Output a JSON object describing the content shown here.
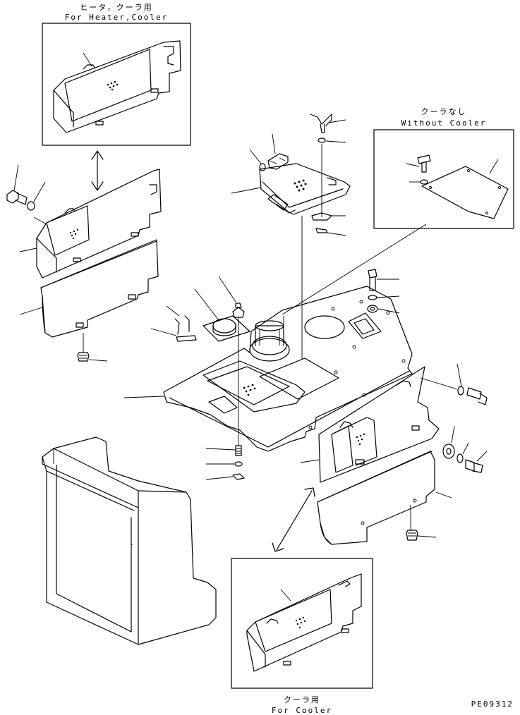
{
  "detail_heater_cooler": {
    "jp": "ヒータ，クーラ用",
    "en": "For Heater,Cooler"
  },
  "detail_without_cooler": {
    "jp": "クーラなし",
    "en": "Without Cooler"
  },
  "detail_cooler": {
    "jp": "クーラ用",
    "en": "For Cooler"
  },
  "drawing_code": "PE09312"
}
